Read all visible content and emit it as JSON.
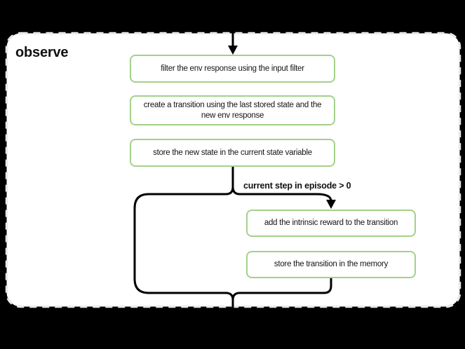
{
  "diagram": {
    "group_title": "observe",
    "nodes": [
      "filter the env response using the input filter",
      "create a transition using the last stored state and the\nnew env response",
      "store the new state in the current state variable",
      "add the intrinsic reward to the transition",
      "store the transition in the memory"
    ],
    "condition_label": "current step in episode > 0",
    "colors": {
      "background": "#000000",
      "container_fill": "#ffffff",
      "container_border": "#e9e9e9",
      "node_border": "#a3d189",
      "node_fill": "#ffffff",
      "connector": "#000000",
      "text": "#111111"
    }
  }
}
